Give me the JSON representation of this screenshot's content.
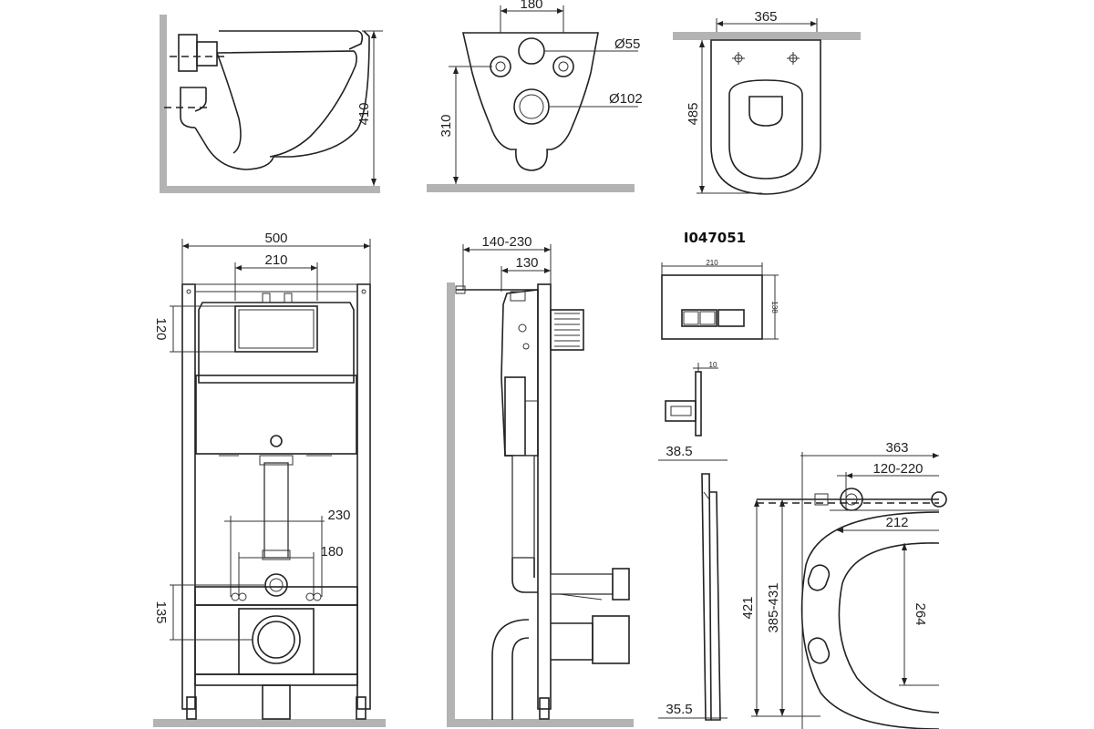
{
  "views": {
    "toilet_side": {
      "height": "410"
    },
    "toilet_back": {
      "holes_spacing": "180",
      "hole_small": "Ø55",
      "hole_large": "Ø102",
      "height": "310"
    },
    "toilet_top": {
      "width": "365",
      "length": "485"
    }
  },
  "frame_front": {
    "width": "500",
    "inner_width": "210",
    "panel_height": "120",
    "pipe_spacing_outer": "230",
    "pipe_spacing_inner": "180",
    "bottom_label": "135"
  },
  "frame_side": {
    "depth_range": "140-230",
    "depth_fixed": "130"
  },
  "button_panel": {
    "code": "I047051",
    "width": "210",
    "height": "138",
    "depth": "10"
  },
  "seat": {
    "thickness_top": "38.5",
    "thickness_bottom": "35.5",
    "length": "363",
    "hinge_range": "120-220",
    "inner_width": "212",
    "inner_length": "264",
    "length_range": "385-431",
    "total_length": "421"
  }
}
